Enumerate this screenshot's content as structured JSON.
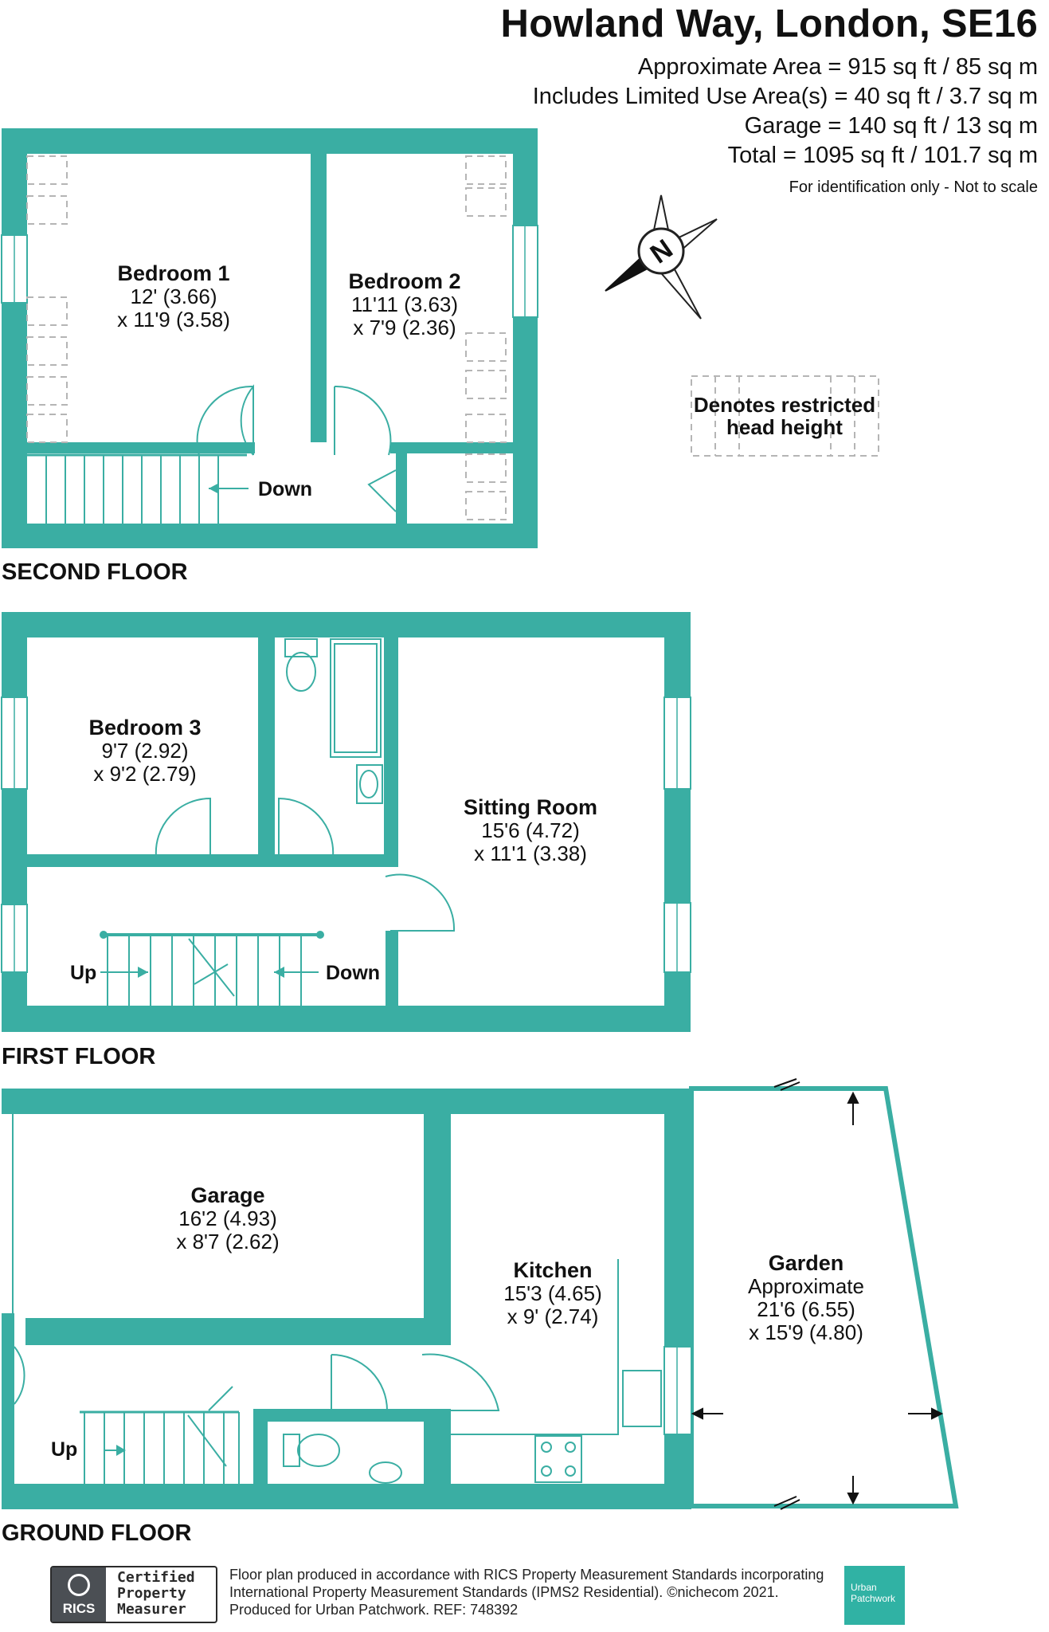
{
  "header": {
    "title": "Howland Way, London, SE16",
    "approx_area": "Approximate Area = 915 sq ft / 85 sq m",
    "limited_use": "Includes Limited Use Area(s) = 40 sq ft / 3.7 sq m",
    "garage_area": "Garage = 140 sq ft / 13 sq m",
    "total_area": "Total = 1095 sq ft / 101.7 sq m",
    "disclaimer": "For identification only - Not to scale"
  },
  "compass": {
    "label": "N",
    "icon": "north-arrow-icon"
  },
  "legend": {
    "line1": "Denotes restricted",
    "line2": "head height"
  },
  "colors": {
    "wall": "#3aaea3",
    "window": "#ffffff",
    "dash": "#b5b5b5",
    "text": "#111111"
  },
  "floors": {
    "second": {
      "label": "SECOND FLOOR",
      "bedroom1": {
        "name": "Bedroom 1",
        "dim1": "12' (3.66)",
        "dim2": "x 11'9 (3.58)"
      },
      "bedroom2": {
        "name": "Bedroom 2",
        "dim1": "11'11 (3.63)",
        "dim2": "x 7'9 (2.36)"
      },
      "stairs_down": "Down"
    },
    "first": {
      "label": "FIRST FLOOR",
      "bedroom3": {
        "name": "Bedroom 3",
        "dim1": "9'7 (2.92)",
        "dim2": "x 9'2 (2.79)"
      },
      "sitting": {
        "name": "Sitting Room",
        "dim1": "15'6 (4.72)",
        "dim2": "x 11'1 (3.38)"
      },
      "stairs_up": "Up",
      "stairs_down": "Down"
    },
    "ground": {
      "label": "GROUND FLOOR",
      "garage": {
        "name": "Garage",
        "dim1": "16'2 (4.93)",
        "dim2": "x 8'7 (2.62)"
      },
      "kitchen": {
        "name": "Kitchen",
        "dim1": "15'3 (4.65)",
        "dim2": "x 9' (2.74)"
      },
      "garden": {
        "name": "Garden",
        "dim0": "Approximate",
        "dim1": "21'6 (6.55)",
        "dim2": "x 15'9 (4.80)"
      },
      "stairs_up": "Up"
    }
  },
  "footer": {
    "rics_badge": "RICS",
    "rics_cert1": "Certified",
    "rics_cert2": "Property",
    "rics_cert3": "Measurer",
    "line1": "Floor plan produced in accordance with RICS Property Measurement Standards incorporating",
    "line2": "International Property Measurement Standards (IPMS2 Residential).  ©nichecom 2021.",
    "line3": "Produced for Urban Patchwork.   REF: 748392",
    "logo_line1": "Urban",
    "logo_line2": "Patchwork"
  }
}
